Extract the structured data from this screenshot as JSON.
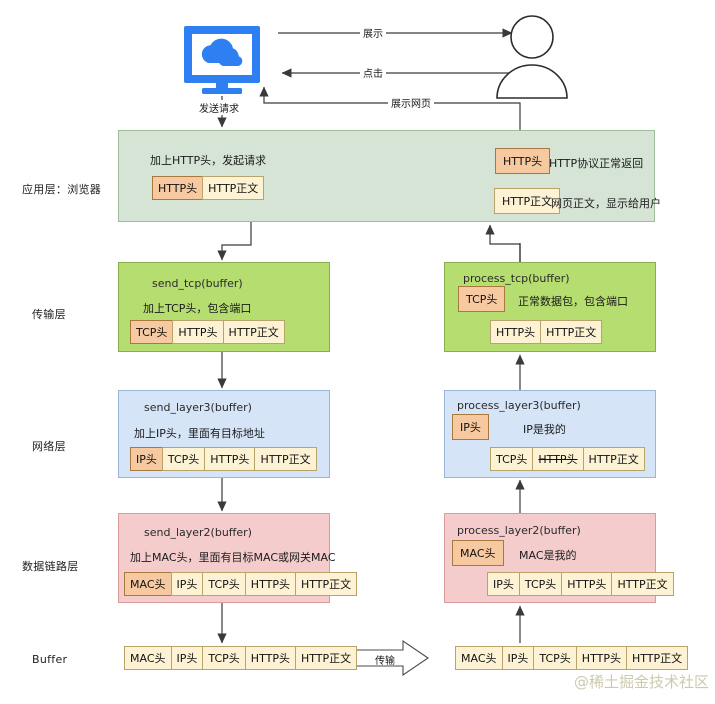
{
  "title": "网络协议栈分层数据封装与解封装流程图",
  "actors": {
    "client_icon": "monitor-cloud-icon",
    "user_icon": "person-icon"
  },
  "top_edges": {
    "display": "展示",
    "click": "点击",
    "send_request": "发送请求",
    "show_page": "展示网页"
  },
  "row_labels": {
    "application": "应用层：浏览器",
    "transport": "传输层",
    "network": "网络层",
    "datalink": "数据链路层",
    "buffer": "Buffer"
  },
  "layers": {
    "application": {
      "send": {
        "caption": "加上HTTP头，发起请求",
        "packet": [
          {
            "text": "HTTP头",
            "type": "header"
          },
          {
            "text": "HTTP正文",
            "type": "body"
          }
        ]
      },
      "recv": {
        "box_header": "HTTP头",
        "caption_header": "HTTP协议正常返回",
        "box_body": "HTTP正文",
        "caption_body": "网页正文，显示给用户"
      }
    },
    "transport": {
      "send": {
        "fn": "send_tcp(buffer)",
        "caption": "加上TCP头，包含端口",
        "packet": [
          {
            "text": "TCP头",
            "type": "header"
          },
          {
            "text": "HTTP头",
            "type": "body"
          },
          {
            "text": "HTTP正文",
            "type": "body"
          }
        ]
      },
      "recv": {
        "fn": "process_tcp(buffer)",
        "solo": "TCP头",
        "caption": "正常数据包，包含端口",
        "packet": [
          {
            "text": "HTTP头",
            "type": "body"
          },
          {
            "text": "HTTP正文",
            "type": "body"
          }
        ]
      }
    },
    "network": {
      "send": {
        "fn": "send_layer3(buffer)",
        "caption": "加上IP头，里面有目标地址",
        "packet": [
          {
            "text": "IP头",
            "type": "header"
          },
          {
            "text": "TCP头",
            "type": "body"
          },
          {
            "text": "HTTP头",
            "type": "body"
          },
          {
            "text": "HTTP正文",
            "type": "body"
          }
        ]
      },
      "recv": {
        "fn": "process_layer3(buffer)",
        "solo": "IP头",
        "caption": "IP是我的",
        "packet": [
          {
            "text": "TCP头",
            "type": "body"
          },
          {
            "text": "HTTP头",
            "type": "body",
            "strike": true
          },
          {
            "text": "HTTP正文",
            "type": "body"
          }
        ]
      }
    },
    "datalink": {
      "send": {
        "fn": "send_layer2(buffer)",
        "caption": "加上MAC头，里面有目标MAC或网关MAC",
        "packet": [
          {
            "text": "MAC头",
            "type": "header"
          },
          {
            "text": "IP头",
            "type": "body"
          },
          {
            "text": "TCP头",
            "type": "body"
          },
          {
            "text": "HTTP头",
            "type": "body"
          },
          {
            "text": "HTTP正文",
            "type": "body"
          }
        ]
      },
      "recv": {
        "fn": "process_layer2(buffer)",
        "solo": "MAC头",
        "caption": "MAC是我的",
        "packet": [
          {
            "text": "IP头",
            "type": "body"
          },
          {
            "text": "TCP头",
            "type": "body"
          },
          {
            "text": "HTTP头",
            "type": "body"
          },
          {
            "text": "HTTP正文",
            "type": "body"
          }
        ]
      }
    },
    "buffer": {
      "left_packet": [
        {
          "text": "MAC头",
          "type": "body"
        },
        {
          "text": "IP头",
          "type": "body"
        },
        {
          "text": "TCP头",
          "type": "body"
        },
        {
          "text": "HTTP头",
          "type": "body"
        },
        {
          "text": "HTTP正文",
          "type": "body"
        }
      ],
      "transmit_label": "传输",
      "right_packet": [
        {
          "text": "MAC头",
          "type": "body"
        },
        {
          "text": "IP头",
          "type": "body"
        },
        {
          "text": "TCP头",
          "type": "body"
        },
        {
          "text": "HTTP头",
          "type": "body"
        },
        {
          "text": "HTTP正文",
          "type": "body"
        }
      ]
    }
  },
  "watermark": "@稀土掘金技术社区",
  "colors": {
    "app_band": "#d6e4d5",
    "transport_band": "#b6dd6f",
    "network_band": "#d6e4f7",
    "datalink_band": "#f4cccc",
    "header_cell": "#f7c9a0",
    "body_cell": "#fdf3d4",
    "monitor_blue": "#2d7ff2",
    "edge_stroke": "#3a3a3a"
  }
}
